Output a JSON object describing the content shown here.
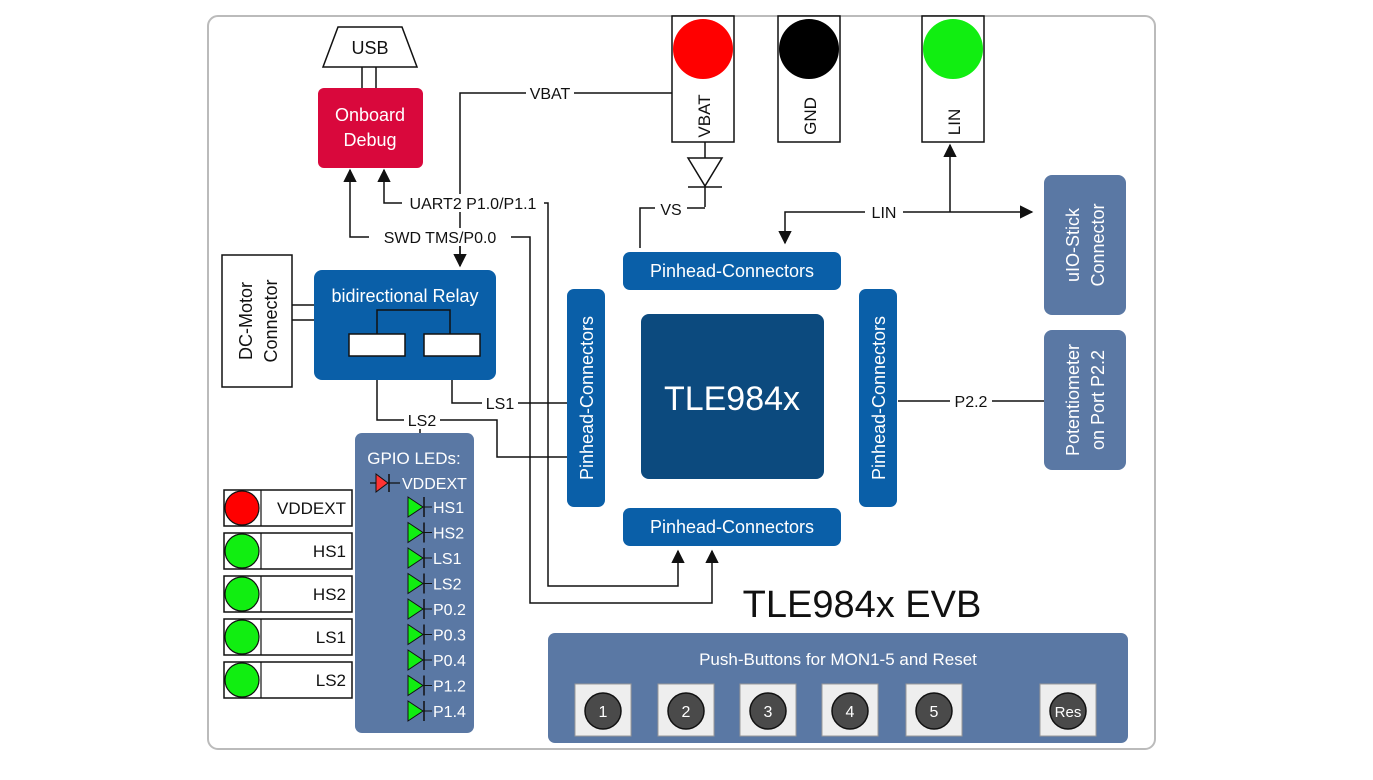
{
  "diagram": {
    "title": "TLE984x EVB",
    "chip": "TLE984x",
    "usb": "USB",
    "onboard_debug": {
      "line1": "Onboard",
      "line2": "Debug"
    },
    "terminals": {
      "vbat": "VBAT",
      "gnd": "GND",
      "lin": "LIN"
    },
    "uio_stick": {
      "line1": "uIO-Stick",
      "line2": "Connector"
    },
    "potentiometer": {
      "line1": "Potentiometer",
      "line2": "on Port P2.2"
    },
    "dc_motor": {
      "line1": "DC-Motor",
      "line2": "Connector"
    },
    "relay": "bidirectional Relay",
    "pinhead": {
      "top": "Pinhead-Connectors",
      "bottom": "Pinhead-Connectors",
      "left": "Pinhead-Connectors",
      "right": "Pinhead-Connectors"
    },
    "wires": {
      "vbat": "VBAT",
      "vs": "VS",
      "lin": "LIN",
      "uart2": "UART2 P1.0/P1.1",
      "swd": "SWD TMS/P0.0",
      "ls1": "LS1",
      "ls2": "LS2",
      "p22": "P2.2"
    },
    "gpio": {
      "title": "GPIO LEDs:",
      "vddext": "VDDEXT",
      "leds": [
        "HS1",
        "HS2",
        "LS1",
        "LS2",
        "P0.2",
        "P0.3",
        "P0.4",
        "P1.2",
        "P1.4"
      ]
    },
    "status_leds": [
      {
        "label": "VDDEXT",
        "color": "#ff0000"
      },
      {
        "label": "HS1",
        "color": "#11ee11"
      },
      {
        "label": "HS2",
        "color": "#11ee11"
      },
      {
        "label": "LS1",
        "color": "#11ee11"
      },
      {
        "label": "LS2",
        "color": "#11ee11"
      }
    ],
    "push_buttons": {
      "title": "Push-Buttons for MON1-5 and Reset",
      "buttons": [
        "1",
        "2",
        "3",
        "4",
        "5",
        "Res"
      ]
    },
    "colors": {
      "frame": "#bbbbbb",
      "blue": "#0a5fa8",
      "dark_blue": "#0c4a7e",
      "slate": "#5a78a4",
      "debug_red": "#d9083c",
      "red": "#ff0000",
      "green": "#11ee11",
      "black": "#000000"
    }
  }
}
